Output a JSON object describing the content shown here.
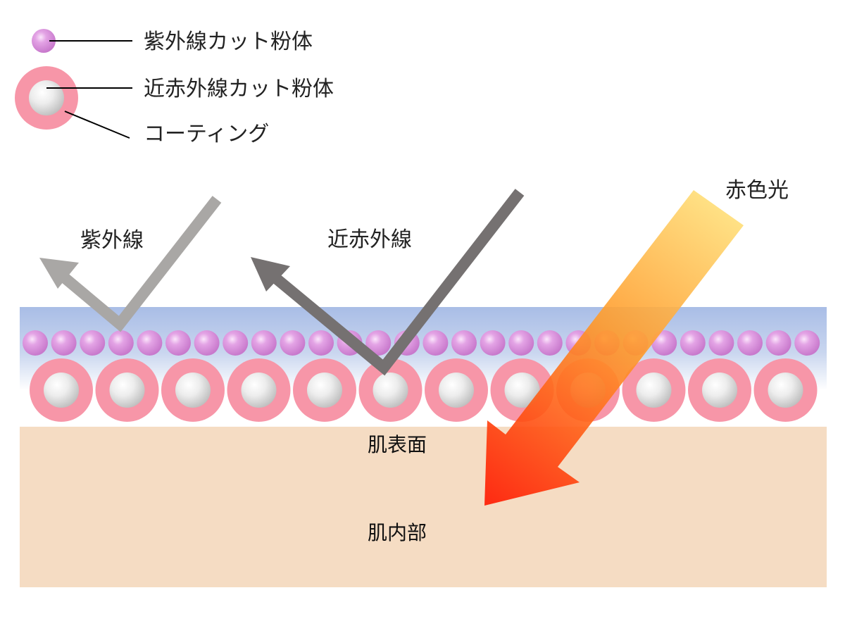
{
  "legend": {
    "uv_powder_label": "紫外線カット粉体",
    "nir_powder_label": "近赤外線カット粉体",
    "coating_label": "コーティング"
  },
  "rays": {
    "uv_label": "紫外線",
    "nir_label": "近赤外線",
    "red_light_label": "赤色光"
  },
  "skin": {
    "surface_label": "肌表面",
    "interior_label": "肌内部"
  },
  "colors": {
    "uv_particle": "#d98fdc",
    "coating_ring": "#f796a8",
    "nir_core": "#e6e6e6",
    "film_blue": "#a9bde6",
    "skin": "#f5dcc3",
    "uv_arrow": "#a9a7a5",
    "nir_arrow": "#757171",
    "red_arrow_start": "#ffe07a",
    "red_arrow_end": "#ff1a00"
  }
}
